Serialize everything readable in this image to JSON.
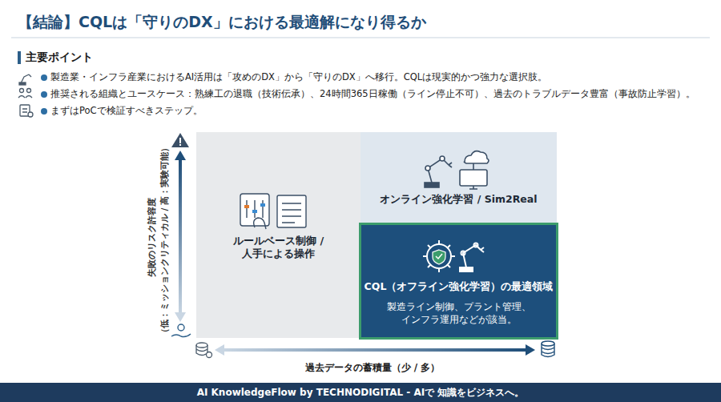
{
  "diagram": {
    "title": "【結論】CQLは「守りのDX」における最適解になり得るか",
    "nodes": [
      {
        "text": [
          "ルールベース制御 / 人手による操作"
        ]
      },
      {
        "text": [
          "オンライン強化学習 / Sim2Real"
        ]
      },
      {
        "text": [
          "CQL（オフライン強化学習）の最適領域",
          "製造ライン制御、プラント管理、 インフラ運用などが該当。"
        ]
      },
      {
        "text": [
          "AI KnowledgeFlow by TECHNODIGITAL - AIで 知識をビジネスへ。"
        ]
      }
    ],
    "labels": [
      "主要ポイント",
      "製造業・インフラ産業におけるAI活用は「攻めのDX」から「守りのDX」へ移行。CQLは現実的かつ強力な選択肢。",
      "推奨される組織とユースケース：熟練工の退職（技術伝承）、24時間365日稼働（ライン停止不可）、過去のトラブルデータ豊富（事故防止学習）。",
      "まずはPoCで検証すべきステップ。",
      "失敗のリスク許容度",
      "（低：ミッションクリティカル / 高：実験可能）",
      "過去データの蓄積量（少 / 多）"
    ]
  }
}
